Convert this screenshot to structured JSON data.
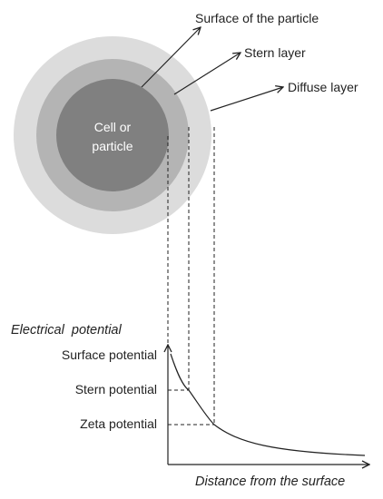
{
  "particle": {
    "center_label_line1": "Cell or",
    "center_label_line2": "particle"
  },
  "layer_labels": {
    "surface": "Surface of the particle",
    "stern": "Stern layer",
    "diffuse": "Diffuse layer"
  },
  "graph": {
    "y_axis_title": "Electrical  potential",
    "x_axis_title": "Distance from the surface",
    "levels": {
      "surface": "Surface potential",
      "stern": "Stern potential",
      "zeta": "Zeta potential"
    }
  },
  "colors": {
    "outer_layer": "#dcdcdc",
    "middle_layer": "#b4b4b4",
    "core": "#808080",
    "lines": "#222222"
  }
}
